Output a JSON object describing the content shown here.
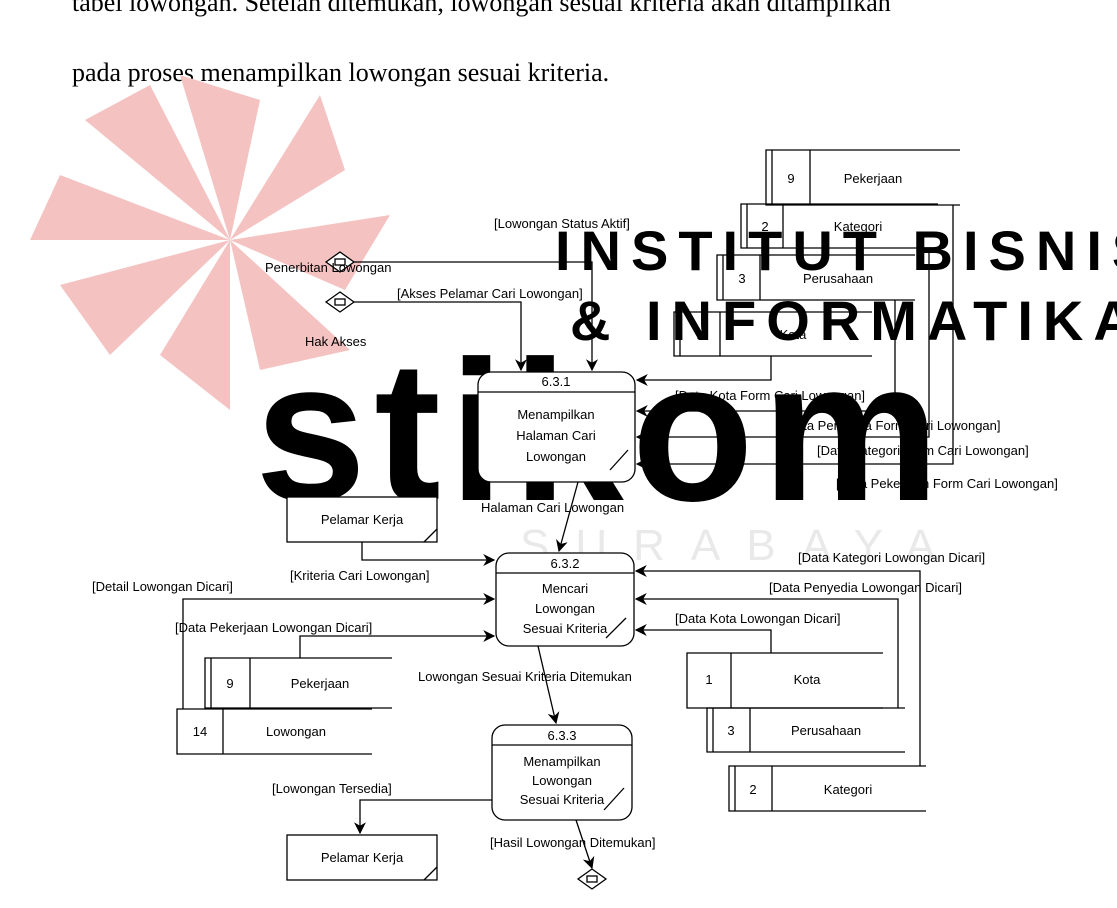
{
  "paragraph": {
    "line1": "tabel lowongan. Setelah ditemukan, lowongan sesuai kriteria akan ditampilkan",
    "line2": "pada proses menampilkan lowongan sesuai kriteria."
  },
  "watermark": {
    "line1": "INSTITUT BISNIS",
    "line2": "& INFORMATIKA",
    "logo": "stikom",
    "line3": "SURABAYA"
  },
  "processes": {
    "p1": {
      "id": "6.3.1",
      "lines": [
        "Menampilkan",
        "Halaman Cari",
        "Lowongan"
      ]
    },
    "p2": {
      "id": "6.3.2",
      "lines": [
        "Mencari",
        "Lowongan",
        "Sesuai Kriteria"
      ]
    },
    "p3": {
      "id": "6.3.3",
      "lines": [
        "Menampilkan",
        "Lowongan",
        "Sesuai Kriteria"
      ]
    }
  },
  "stores": {
    "pekerjaan_top": {
      "num": "9",
      "name": "Pekerjaan"
    },
    "kategori_top": {
      "num": "2",
      "name": "Kategori"
    },
    "perusahaan_top": {
      "num": "3",
      "name": "Perusahaan"
    },
    "kota_top": {
      "num": "1",
      "name": "Kota"
    },
    "pekerjaan_bottom": {
      "num": "9",
      "name": "Pekerjaan"
    },
    "lowongan": {
      "num": "14",
      "name": "Lowongan"
    },
    "kota_bottom": {
      "num": "1",
      "name": "Kota"
    },
    "perusahaan_bottom": {
      "num": "3",
      "name": "Perusahaan"
    },
    "kategori_bottom": {
      "num": "2",
      "name": "Kategori"
    }
  },
  "entities": {
    "pelamar1": "Pelamar Kerja",
    "pelamar2": "Pelamar Kerja"
  },
  "interfaces": {
    "penerbitan": "Penerbitan Lowongan",
    "hak_akses": "Hak Akses"
  },
  "flows": {
    "status_aktif": "[Lowongan Status Aktif]",
    "akses_pelamar": "[Akses Pelamar Cari Lowongan]",
    "data_kota_form": "[Data Kota Form Cari Lowongan]",
    "data_penyedia_form": "[Data Penyedia Form Cari Lowongan]",
    "data_kategori_form": "[Data Kategori Form Cari Lowongan]",
    "data_pekerjaan_form": "[Data Pekerjaan Form Cari Lowongan]",
    "halaman_cari": "Halaman Cari Lowongan",
    "kriteria_cari": "[Kriteria Cari Lowongan]",
    "detail_dicari": "[Detail Lowongan Dicari]",
    "data_pekerjaan_dicari": "[Data Pekerjaan Lowongan Dicari]",
    "data_kategori_dicari": "[Data Kategori Lowongan Dicari]",
    "data_penyedia_dicari": "[Data Penyedia Lowongan Dicari]",
    "data_kota_dicari": "[Data Kota Lowongan Dicari]",
    "sesuai_ditemukan": "Lowongan Sesuai Kriteria Ditemukan",
    "tersedia": "[Lowongan Tersedia]",
    "hasil_ditemukan": "[Hasil Lowongan Ditemukan]"
  },
  "colors": {
    "watermark_red": "#f5c2c2",
    "watermark_gray": "#e9e9e9",
    "ink": "#000000"
  }
}
